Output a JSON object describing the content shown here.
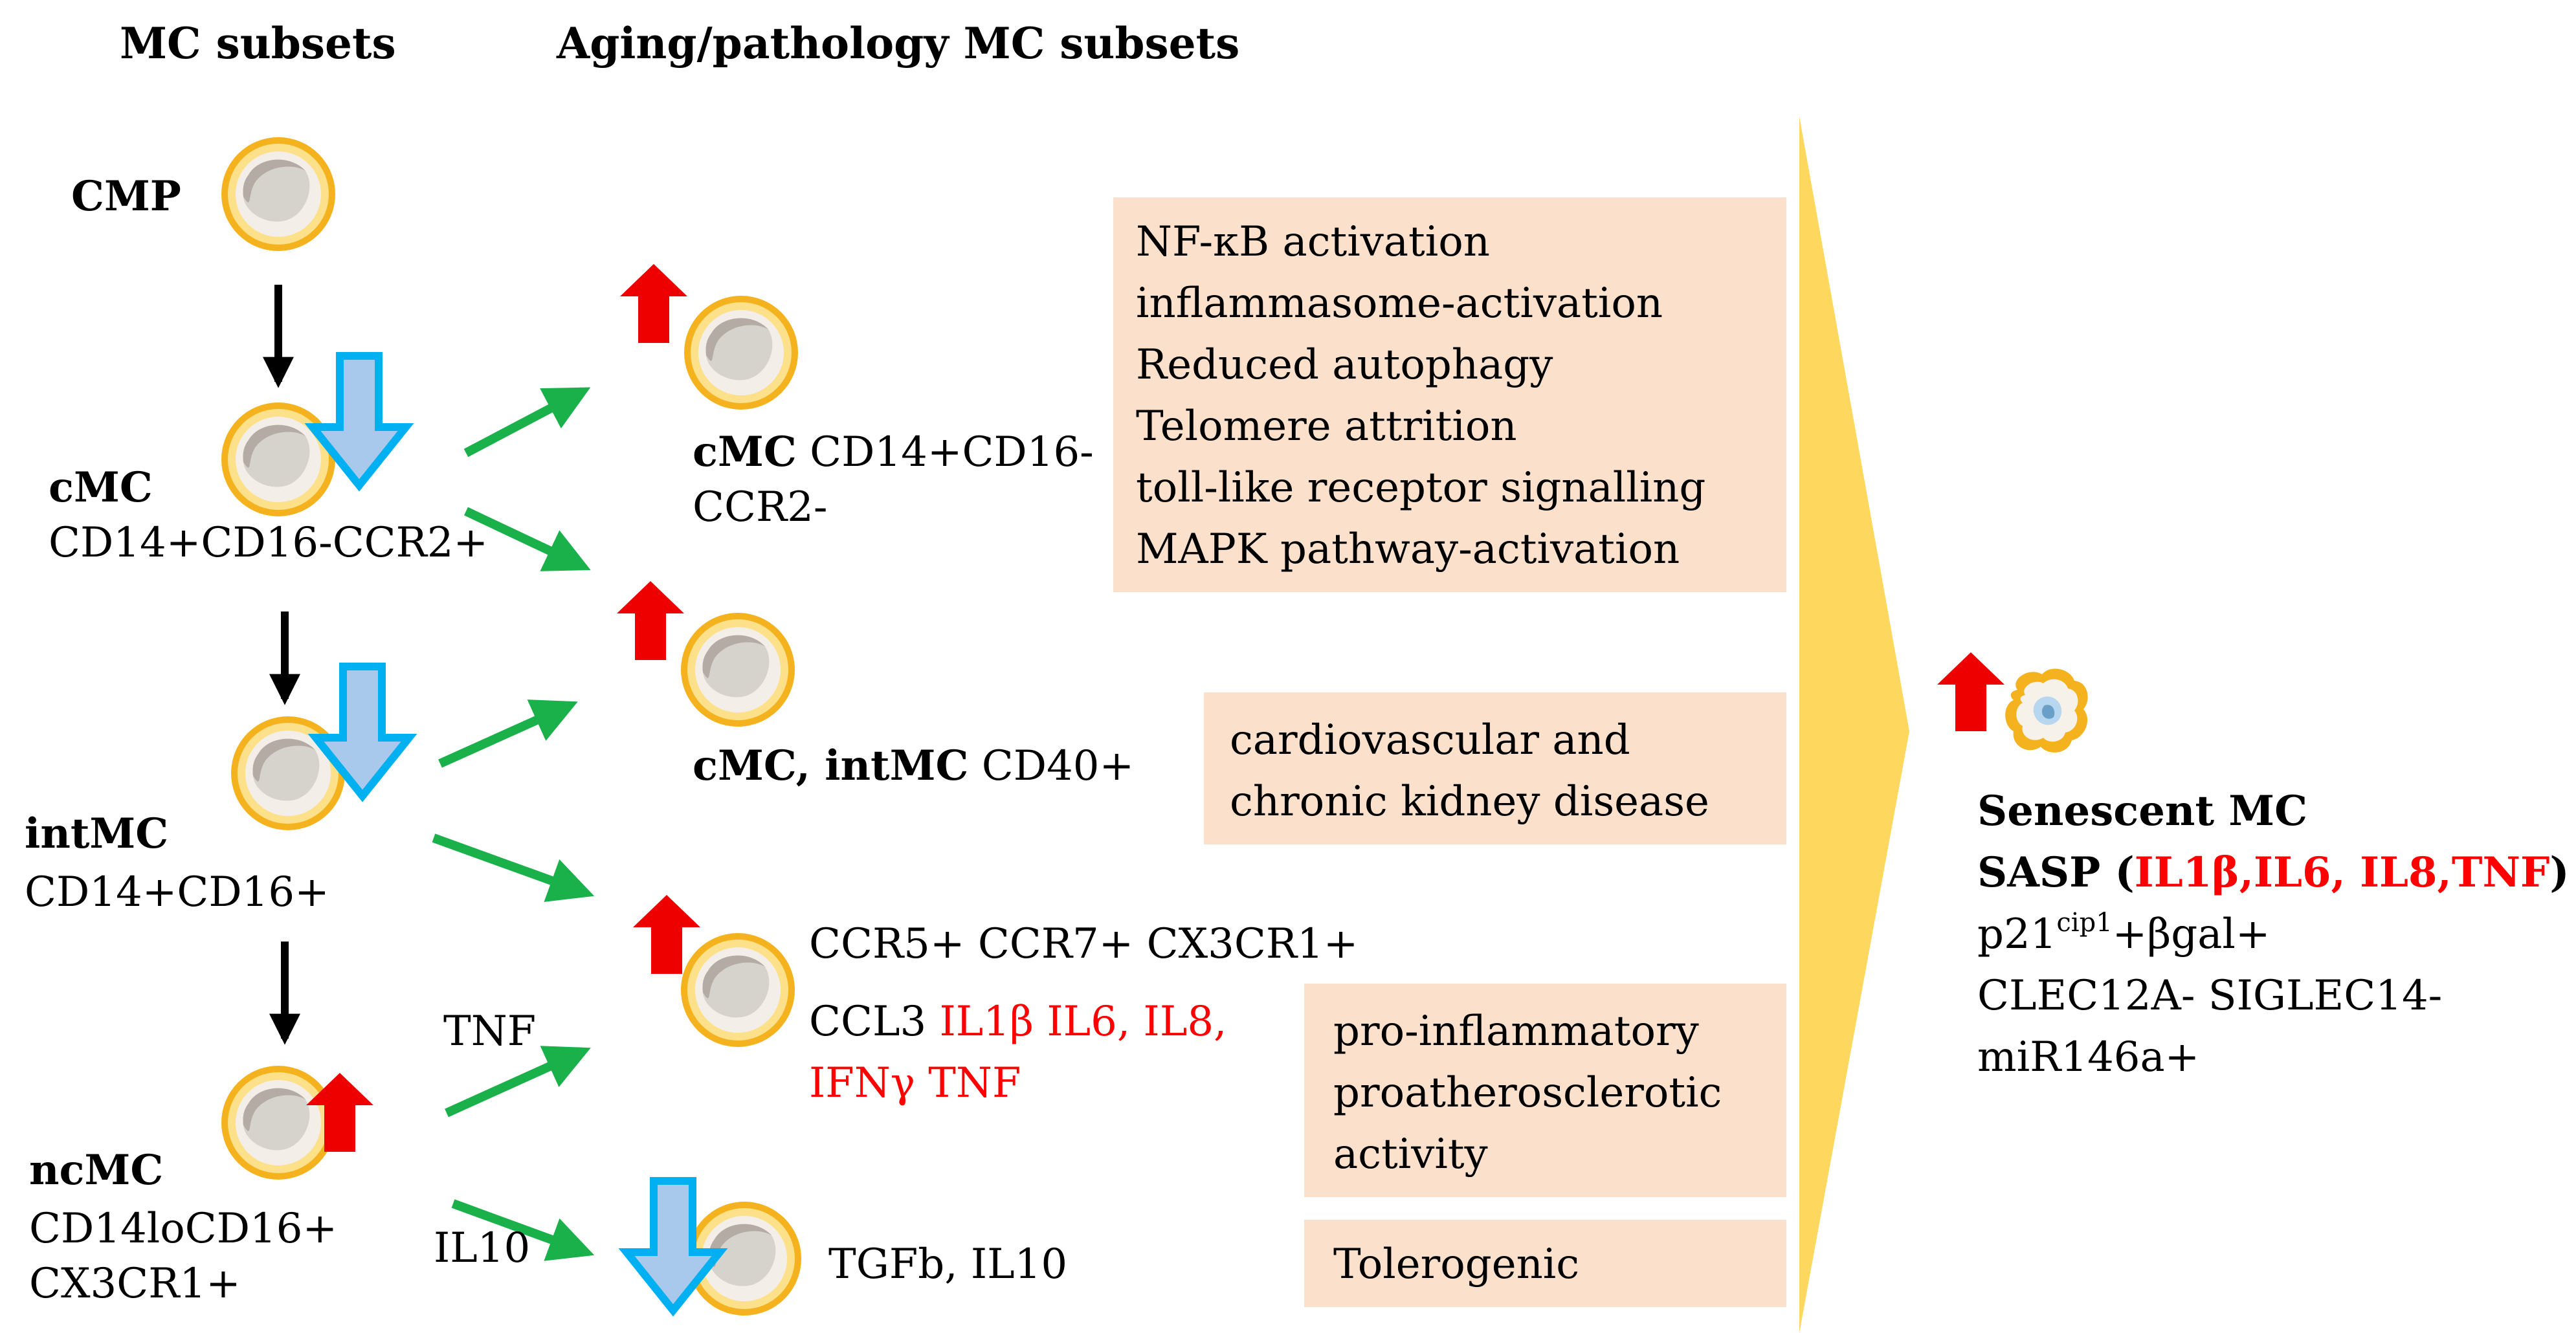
{
  "headers": {
    "mc_subsets": "MC subsets",
    "aging_subsets": "Aging/pathology MC subsets"
  },
  "left": {
    "cmp": "CMP",
    "cmc_name": "cMC",
    "cmc_markers": "CD14+CD16-CCR2+",
    "intmc_name": "intMC",
    "intmc_markers": "CD14+CD16+",
    "ncmc_name": "ncMC",
    "ncmc_markers_1": "CD14loCD16+",
    "ncmc_markers_2": "CX3CR1+"
  },
  "arrow_labels": {
    "tnf": "TNF",
    "il10": "IL10"
  },
  "middle": {
    "s1_bold": "cMC",
    "s1_rest": " CD14+CD16-",
    "s1_line2": "CCR2-",
    "s2_bold": "cMC, intMC",
    "s2_rest": " CD40+",
    "s3_line1": "CCR5+ CCR7+ CX3CR1+",
    "s3_ccl3": "CCL3 ",
    "s3_red1": "IL1β IL6, IL8,",
    "s3_red2": "IFNγ TNF",
    "s4": "TGFb, IL10"
  },
  "boxes": {
    "mechanisms": [
      "NF-κB activation",
      "inflammasome-activation",
      "Reduced autophagy",
      "Telomere attrition",
      "toll-like receptor signalling",
      "MAPK pathway-activation"
    ],
    "disease": [
      "cardiovascular  and",
      "chronic kidney disease"
    ],
    "proinflammatory": [
      "pro-inflammatory",
      "proatherosclerotic",
      "activity"
    ],
    "tolerogenic": "Tolerogenic"
  },
  "right": {
    "title": "Senescent MC",
    "sasp_label": "SASP (",
    "sasp_red": "IL1β,IL6, IL8,TNF",
    "sasp_close": ")",
    "p21": "p21",
    "cip1": "cip1",
    "bgal": "+βgal+",
    "clec": "CLEC12A- SIGLEC14-",
    "mir": "miR146a+"
  },
  "colors": {
    "cell_ring": "#f0a818",
    "cell_fill": "#f4f0ea",
    "up_arrow": "#ee0000",
    "down_arrow_fill": "#a8c8ec",
    "down_arrow_stroke": "#00b0f0",
    "transition_arrow": "#1ab04a",
    "box_fill": "#fbe0cc",
    "wedge": "#fdd75e",
    "highlight_text": "#ff0000"
  },
  "icons": [
    "cell-icon",
    "up-arrow-icon",
    "down-arrow-icon",
    "senescent-cell-icon"
  ]
}
